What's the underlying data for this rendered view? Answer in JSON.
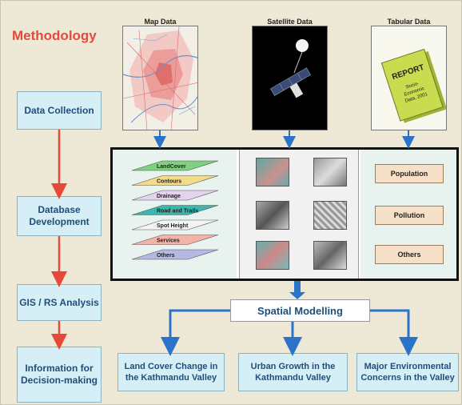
{
  "title": "Methodology",
  "sources": [
    {
      "label": "Map Data"
    },
    {
      "label": "Satellite Data"
    },
    {
      "label": "Tabular Data"
    }
  ],
  "report": {
    "title": "REPORT",
    "line1": "Socio-",
    "line2": "Economic",
    "line3": "Data, 2001"
  },
  "stages": [
    {
      "label": "Data Collection"
    },
    {
      "label": "Database Development"
    },
    {
      "label": "GIS / RS Analysis"
    },
    {
      "label": "Information for Decision-making"
    }
  ],
  "layers": [
    "LandCover",
    "Contours",
    "Drainage",
    "Road and Trails",
    "Spot Height",
    "Services",
    "Others"
  ],
  "tabular_items": [
    "Population",
    "Pollution",
    "Others"
  ],
  "spatial_modelling": "Spatial Modelling",
  "outputs": [
    {
      "label": "Land Cover Change in the Kathmandu  Valley"
    },
    {
      "label": "Urban Growth in the Kathmandu Valley"
    },
    {
      "label": "Major Environmental Concerns in the Valley"
    }
  ],
  "colors": {
    "title": "#e8483a",
    "stage_text": "#1f4e79",
    "arrow_red": "#e8483a",
    "arrow_blue": "#2a73c9"
  }
}
